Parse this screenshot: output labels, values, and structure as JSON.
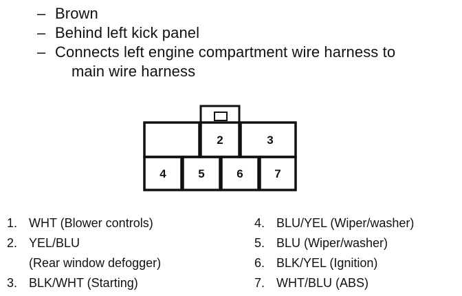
{
  "connector_info": {
    "dash": "–",
    "lines": [
      "Brown",
      "Behind left kick panel",
      "Connects left engine compartment wire harness to"
    ],
    "continuation": "main wire harness"
  },
  "connector": {
    "pins": [
      "2",
      "3",
      "4",
      "5",
      "6",
      "7"
    ]
  },
  "legend": {
    "left": [
      {
        "num": "1.",
        "text": "WHT (Blower controls)"
      },
      {
        "num": "2.",
        "text": "YEL/BLU",
        "sub": "(Rear window defogger)"
      },
      {
        "num": "3.",
        "text": "BLK/WHT (Starting)"
      }
    ],
    "right": [
      {
        "num": "4.",
        "text": "BLU/YEL (Wiper/washer)"
      },
      {
        "num": "5.",
        "text": "BLU (Wiper/washer)"
      },
      {
        "num": "6.",
        "text": "BLK/YEL (Ignition)"
      },
      {
        "num": "7.",
        "text": "WHT/BLU (ABS)"
      }
    ]
  }
}
